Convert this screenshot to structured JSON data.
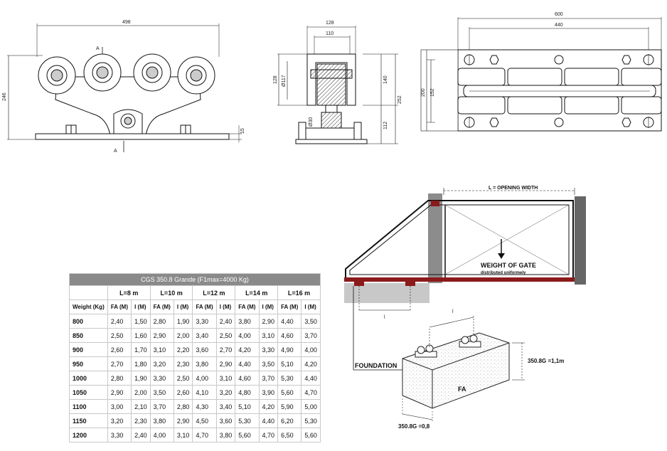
{
  "drawings": {
    "front": {
      "width": "498",
      "height": "246",
      "base": "15",
      "section": "A"
    },
    "side": {
      "outer": "128",
      "inner": "110",
      "dia": "Ø117",
      "h1": "128",
      "h2": "140",
      "h3": "252",
      "h4": "112",
      "h5": "Ø30"
    },
    "top": {
      "outer": "600",
      "inner": "440",
      "h1": "200",
      "h2": "152"
    }
  },
  "gate": {
    "opening": "L = OPENING WIDTH",
    "weight_title": "WEIGHT OF GATE",
    "weight_sub": "distributed uniformely",
    "l_label": "l",
    "foundation": "FOUNDATION",
    "fa": "FA",
    "depth": "350.8G =1,1m",
    "width": "350.8G =0,8"
  },
  "table": {
    "caption": "CGS 350.8 Grande (F1max=4000 Kg)",
    "lengths": [
      "L=8 m",
      "L=10 m",
      "L=12 m",
      "L=14 m",
      "L=16 m"
    ],
    "weight_header": "Weight (Kg)",
    "fa": "FA (M)",
    "i": "I (M)",
    "rows": [
      [
        "800",
        "2,40",
        "1,50",
        "2,80",
        "1,90",
        "3,30",
        "2,40",
        "3,80",
        "2,90",
        "4,40",
        "3,50"
      ],
      [
        "850",
        "2,50",
        "1,60",
        "2,90",
        "2,00",
        "3,40",
        "2,50",
        "4,00",
        "3,10",
        "4,60",
        "3,70"
      ],
      [
        "900",
        "2,60",
        "1,70",
        "3,10",
        "2,20",
        "3,60",
        "2,70",
        "4,20",
        "3,30",
        "4,90",
        "4,00"
      ],
      [
        "950",
        "2,70",
        "1,80",
        "3,20",
        "2,30",
        "3,80",
        "2,90",
        "4,40",
        "3,50",
        "5,10",
        "4,20"
      ],
      [
        "1000",
        "2,80",
        "1,90",
        "3,30",
        "2,50",
        "4,00",
        "3,10",
        "4,60",
        "3,70",
        "5,30",
        "4,40"
      ],
      [
        "1050",
        "2,90",
        "2,00",
        "3,50",
        "2,60",
        "4,10",
        "3,20",
        "4,80",
        "3,90",
        "5,60",
        "4,70"
      ],
      [
        "1100",
        "3,00",
        "2,10",
        "3,70",
        "2,80",
        "4,30",
        "3,40",
        "5,10",
        "4,20",
        "5,90",
        "5,00"
      ],
      [
        "1150",
        "3,20",
        "2,30",
        "3,80",
        "2,90",
        "4,50",
        "3,60",
        "5,30",
        "4,40",
        "6,20",
        "5,30"
      ],
      [
        "1200",
        "3,30",
        "2,40",
        "4,00",
        "3,10",
        "4,70",
        "3,80",
        "5,60",
        "4,70",
        "6,50",
        "5,60"
      ]
    ]
  }
}
